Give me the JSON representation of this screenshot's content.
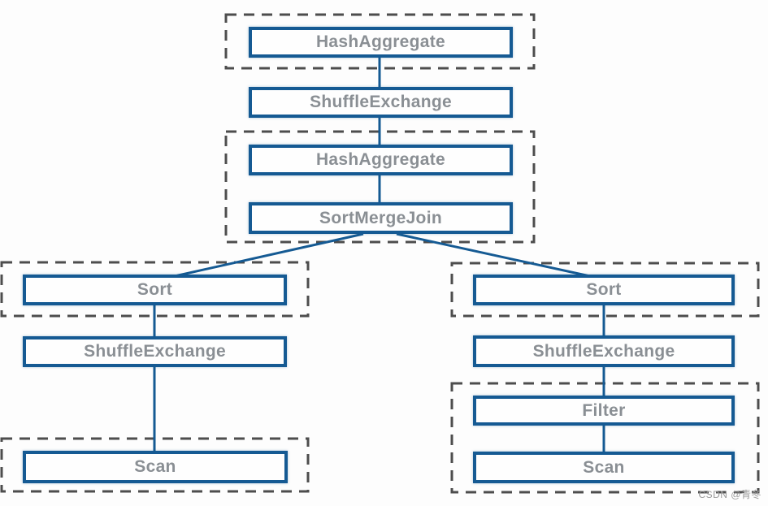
{
  "diagram": {
    "colors": {
      "node_border": "#155a93",
      "node_fill": "#fefefe",
      "node_text": "#8a8f94",
      "stage_boundary": "#4d4d4d",
      "connector": "#155a93",
      "background": "#fdfdfd"
    },
    "nodes": [
      {
        "id": "hash-aggregate-final",
        "label": "HashAggregate"
      },
      {
        "id": "shuffle-exchange-top",
        "label": "ShuffleExchange"
      },
      {
        "id": "hash-aggregate-partial",
        "label": "HashAggregate"
      },
      {
        "id": "sort-merge-join",
        "label": "SortMergeJoin"
      },
      {
        "id": "sort-left",
        "label": "Sort"
      },
      {
        "id": "shuffle-exchange-left",
        "label": "ShuffleExchange"
      },
      {
        "id": "scan-left",
        "label": "Scan"
      },
      {
        "id": "sort-right",
        "label": "Sort"
      },
      {
        "id": "shuffle-exchange-right",
        "label": "ShuffleExchange"
      },
      {
        "id": "filter-right",
        "label": "Filter"
      },
      {
        "id": "scan-right",
        "label": "Scan"
      }
    ],
    "watermark": "CSDN @青冬"
  }
}
